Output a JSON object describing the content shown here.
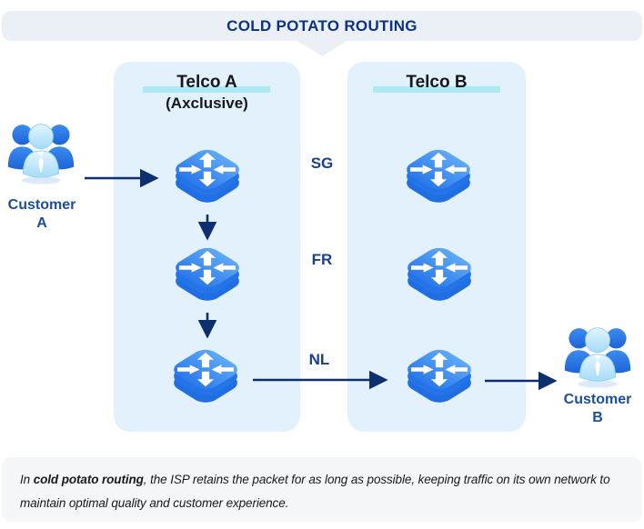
{
  "header": {
    "title": "COLD POTATO ROUTING"
  },
  "telco_a": {
    "name": "Telco A",
    "subtitle": "(Axclusive)"
  },
  "telco_b": {
    "name": "Telco B"
  },
  "locations": {
    "0": "SG",
    "1": "FR",
    "2": "NL"
  },
  "customer_a": {
    "line1": "Customer",
    "line2": "A"
  },
  "customer_b": {
    "line1": "Customer",
    "line2": "B"
  },
  "caption": {
    "prefix": "In ",
    "bold": "cold potato routing",
    "rest": ", the ISP retains the packet for as long as possible, keeping traffic on its own network to maintain optimal quality and customer experience."
  },
  "colors": {
    "header_bg": "#ebf0f6",
    "panel_bg": "#e3f1fd",
    "highlight_cyan": "#aeeaf6",
    "arrow_navy": "#0d2f6e",
    "title_navy": "#0c3284",
    "label_navy": "#17418f",
    "customer_navy": "#1b4e9e",
    "router_blue": "#2f7fec",
    "caption_bg": "#f6f7f9"
  }
}
